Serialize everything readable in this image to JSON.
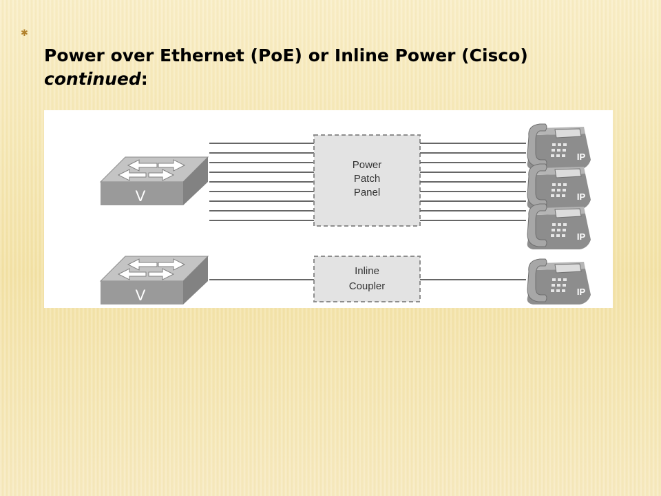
{
  "slide": {
    "title_line1": "Power over Ethernet (PoE) or Inline Power (Cisco)",
    "title_line2": "continued",
    "title_colon": ":"
  },
  "diagram": {
    "switch_label": "V",
    "phone_label": "IP",
    "power_patch_panel": [
      "Power",
      "Patch",
      "Panel"
    ],
    "inline_coupler": [
      "Inline",
      "Coupler"
    ]
  },
  "colors": {
    "background": "#f6e9b7",
    "device_gray": "#9a9a9a",
    "box_fill": "#e3e3e3",
    "line_gray": "#555555"
  }
}
